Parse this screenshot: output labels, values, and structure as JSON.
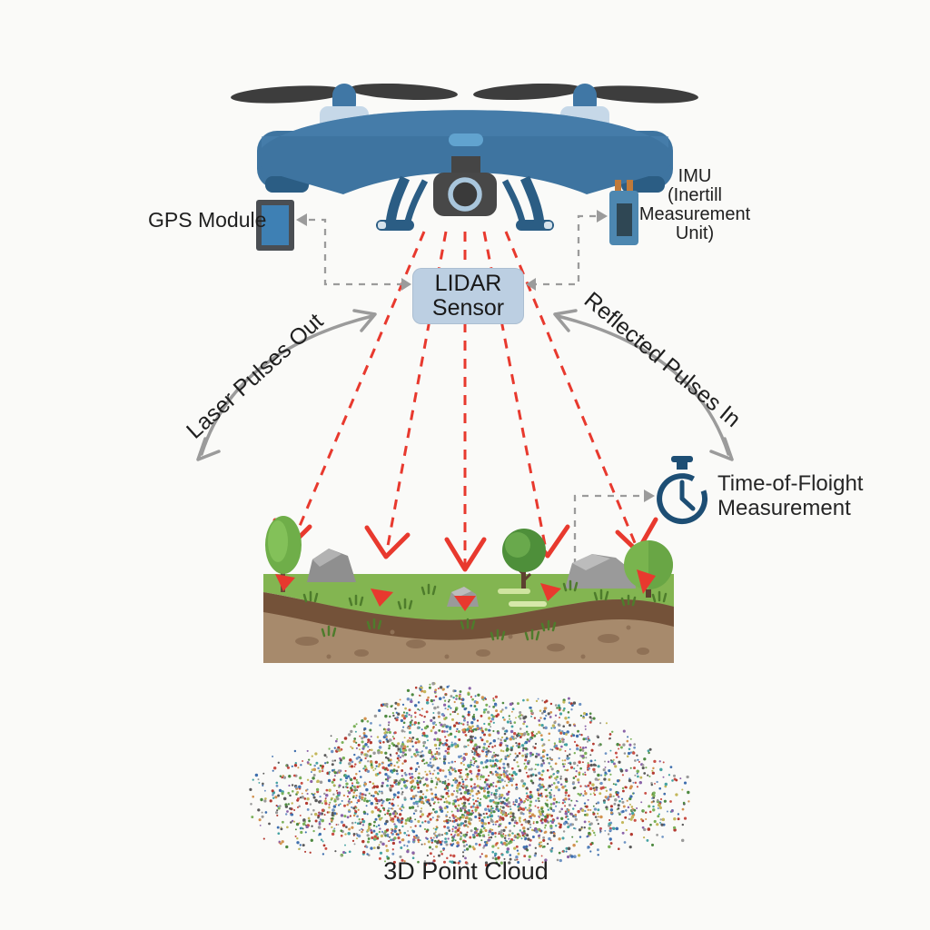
{
  "labels": {
    "gps": "GPS Module",
    "imu_line1": "IMU",
    "imu_line2": "(Inertill",
    "imu_line3": "Measurement",
    "imu_line4": "Unit)",
    "lidar_line1": "LIDAR",
    "lidar_line2": "Sensor",
    "laser_out": "Laser Pulses Out",
    "reflected_in": "Reflected Pulses In",
    "tof_line1": "Time-of-Floight",
    "tof_line2": "Measurement",
    "point_cloud": "3D Point Cloud"
  },
  "icons": {
    "gps": "gps-device-icon",
    "imu": "imu-chip-icon",
    "stopwatch": "stopwatch-icon",
    "drone": "quadcopter-drone-icon"
  },
  "colors": {
    "background": "#fafaf8",
    "laser_red": "#e8392e",
    "connector_gray": "#9b9b9b",
    "drone_blue": "#3e74a0",
    "drone_dark_blue": "#2b5d84",
    "lidar_box": "#bccfe2",
    "stopwatch_blue": "#1d4e74",
    "grass_green": "#83b551",
    "soil_dark": "#745239",
    "soil_light": "#a78a6c"
  },
  "point_cloud": {
    "count": 3200,
    "seed": 7,
    "dot_colors": [
      "#c94f46",
      "#b33a30",
      "#3f6fae",
      "#6f94c4",
      "#4f8a42",
      "#7bb15a",
      "#c3b75a",
      "#8a63a8",
      "#46a3a3",
      "#d2924f",
      "#9a9a9a",
      "#5a5a5a"
    ]
  }
}
